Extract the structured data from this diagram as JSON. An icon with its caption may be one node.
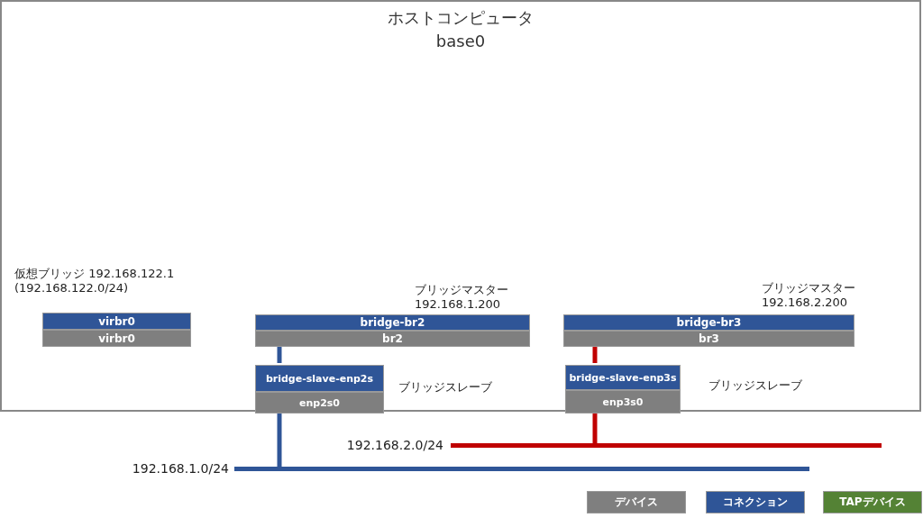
{
  "diagram": {
    "nodes": [
      {
        "text": [
          "ホストコンピュータ",
          "base0"
        ]
      },
      {
        "text": [
          "virbr0"
        ],
        "in": 0,
        "beside": [
          "仮想ブリッジ 192.168.122.1 (192.168.122.0/24)"
        ]
      },
      {
        "text": [
          "virbr0"
        ],
        "in": 0
      },
      {
        "text": [
          "bridge-br2"
        ],
        "in": 0,
        "beside": [
          "ブリッジマスター 192.168.1.200"
        ]
      },
      {
        "text": [
          "br2"
        ],
        "in": 0
      },
      {
        "text": [
          "bridge-slave-enp2s"
        ],
        "in": 0,
        "beside": [
          "ブリッジスレーブ"
        ]
      },
      {
        "text": [
          "enp2s0"
        ],
        "in": 0
      },
      {
        "text": [
          "bridge-br3"
        ],
        "in": 0,
        "beside": [
          "ブリッジマスター 192.168.2.200"
        ]
      },
      {
        "text": [
          "br3"
        ],
        "in": 0
      },
      {
        "text": [
          "bridge-slave-enp3s"
        ],
        "in": 0,
        "beside": [
          "ブリッジスレーブ"
        ]
      },
      {
        "text": [
          "enp3s0"
        ],
        "in": 0
      },
      {
        "text": [],
        "shape": "bar",
        "beside": [
          "192.168.2.0/24"
        ]
      },
      {
        "text": [],
        "shape": "bar",
        "beside": [
          "192.168.1.0/24"
        ]
      }
    ],
    "edges": [
      {
        "from": 4,
        "to": 5,
        "arrow": "none",
        "color": "#2f5597"
      },
      {
        "from": 6,
        "to": 12,
        "arrow": "none",
        "color": "#2f5597"
      },
      {
        "from": 8,
        "to": 9,
        "arrow": "none",
        "color": "#c00000"
      },
      {
        "from": 10,
        "to": 11,
        "arrow": "none",
        "color": "#c00000"
      }
    ],
    "legend": [
      {
        "text": "デバイス",
        "color": "#7f7f7f"
      },
      {
        "text": "コネクション",
        "color": "#2f5597"
      },
      {
        "text": "TAPデバイス",
        "color": "#548235"
      }
    ]
  }
}
